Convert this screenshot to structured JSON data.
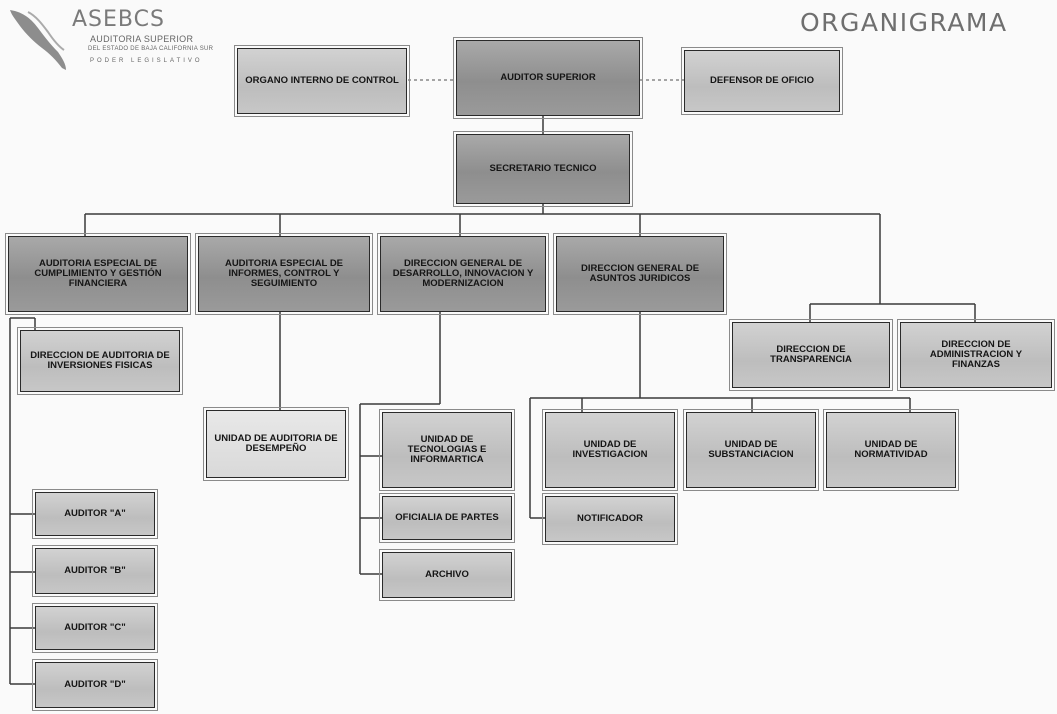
{
  "title": "ORGANIGRAMA",
  "logo": {
    "wordmark": "ASEBCS",
    "subtitle": "AUDITORIA SUPERIOR",
    "tagline": "DEL ESTADO DE BAJA CALIFORNIA SUR",
    "motto": "PODER LEGISLATIVO"
  },
  "nodes": {
    "organo_interno": "ORGANO INTERNO DE CONTROL",
    "auditor_superior": "AUDITOR SUPERIOR",
    "defensor": "DEFENSOR DE OFICIO",
    "secretario": "SECRETARIO TECNICO",
    "ae_cumplimiento": "AUDITORIA ESPECIAL DE CUMPLIMIENTO Y GESTIÓN FINANCIERA",
    "ae_informes": "AUDITORIA ESPECIAL DE INFORMES, CONTROL Y SEGUIMIENTO",
    "dg_desarrollo": "DIRECCION GENERAL DE DESARROLLO, INNOVACION Y MODERNIZACION",
    "dg_juridicos": "DIRECCION GENERAL DE ASUNTOS JURIDICOS",
    "dir_auditoria_inv": "DIRECCION DE AUDITORIA DE INVERSIONES FISICAS",
    "dir_transparencia": "DIRECCION DE TRANSPARENCIA",
    "dir_administracion": "DIRECCION DE ADMINISTRACION Y FINANZAS",
    "u_desempeno": "UNIDAD DE AUDITORIA DE DESEMPEÑO",
    "u_tecnologias": "UNIDAD DE TECNOLOGIAS E INFORMARTICA",
    "oficialia": "OFICIALIA DE PARTES",
    "archivo": "ARCHIVO",
    "u_investigacion": "UNIDAD DE INVESTIGACION",
    "u_substanciacion": "UNIDAD DE SUBSTANCIACION",
    "u_normatividad": "UNIDAD DE NORMATIVIDAD",
    "notificador": "NOTIFICADOR",
    "auditor_a": "AUDITOR \"A\"",
    "auditor_b": "AUDITOR \"B\"",
    "auditor_c": "AUDITOR \"C\"",
    "auditor_d": "AUDITOR \"D\""
  }
}
